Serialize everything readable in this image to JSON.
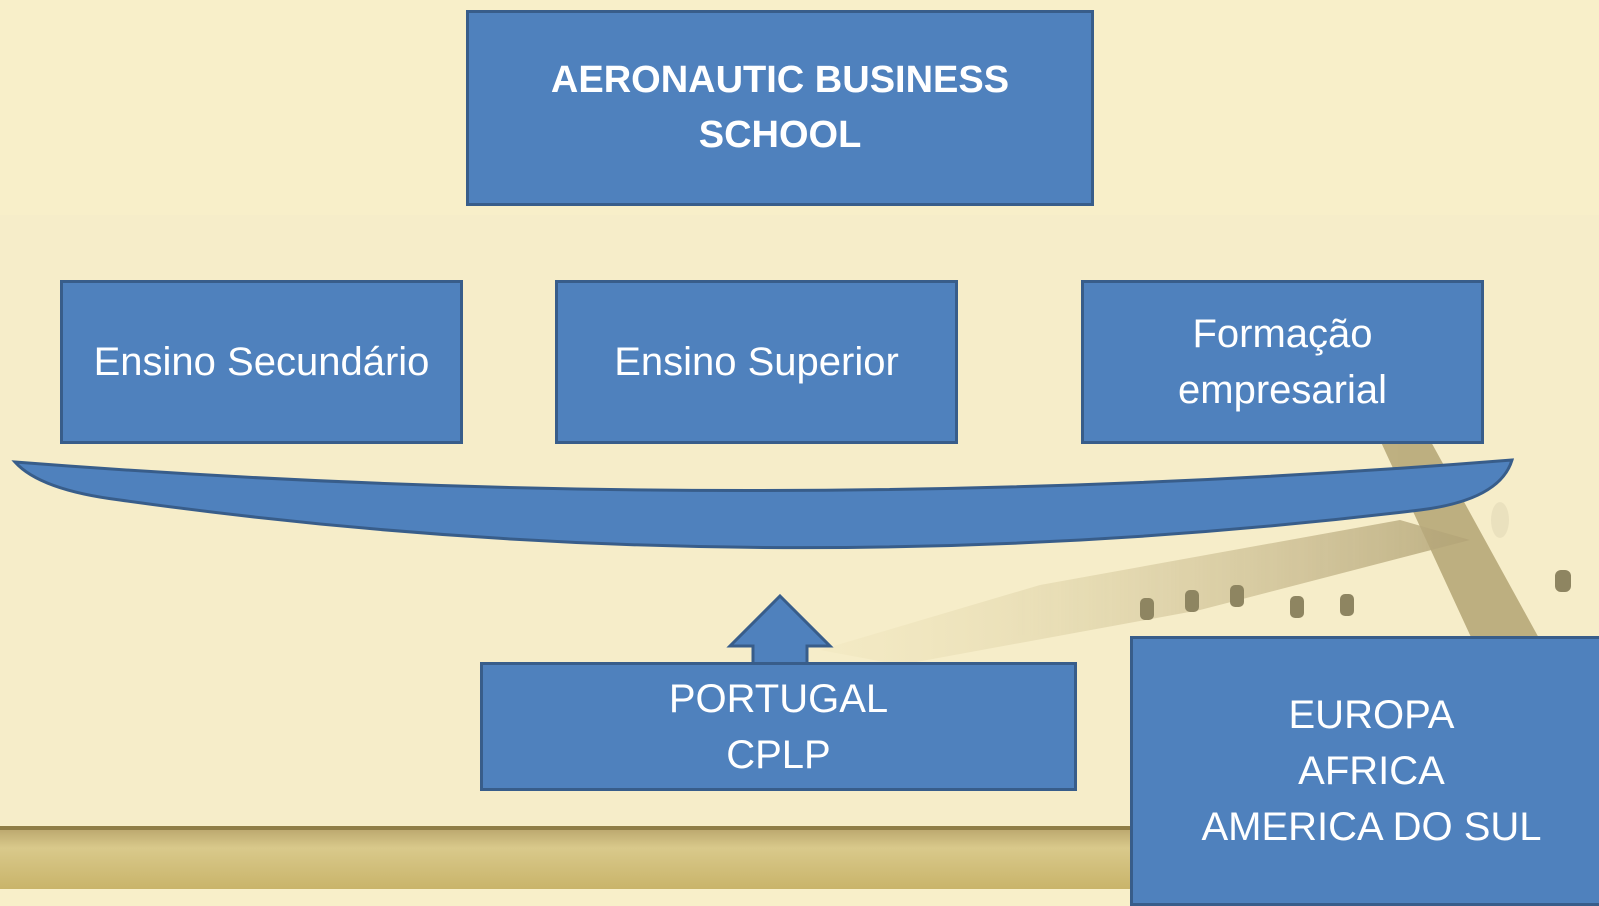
{
  "diagram": {
    "title": "AERONAUTIC BUSINESS\nSCHOOL",
    "categories": [
      {
        "label": "Ensino Secundário"
      },
      {
        "label": "Ensino Superior"
      },
      {
        "label": "Formação\nempresarial"
      }
    ],
    "regions": [
      {
        "label": "PORTUGAL\nCPLP"
      },
      {
        "label": "EUROPA\nAFRICA\nAMERICA DO SUL"
      }
    ]
  },
  "colors": {
    "background": "#f8efc9",
    "box_fill": "#4f81bd",
    "box_border": "#385d8a",
    "text": "#ffffff"
  },
  "icons": {
    "background_decoration": "airplane-icon",
    "connector": "up-arrow-icon",
    "grouping": "curved-brace-shape"
  }
}
